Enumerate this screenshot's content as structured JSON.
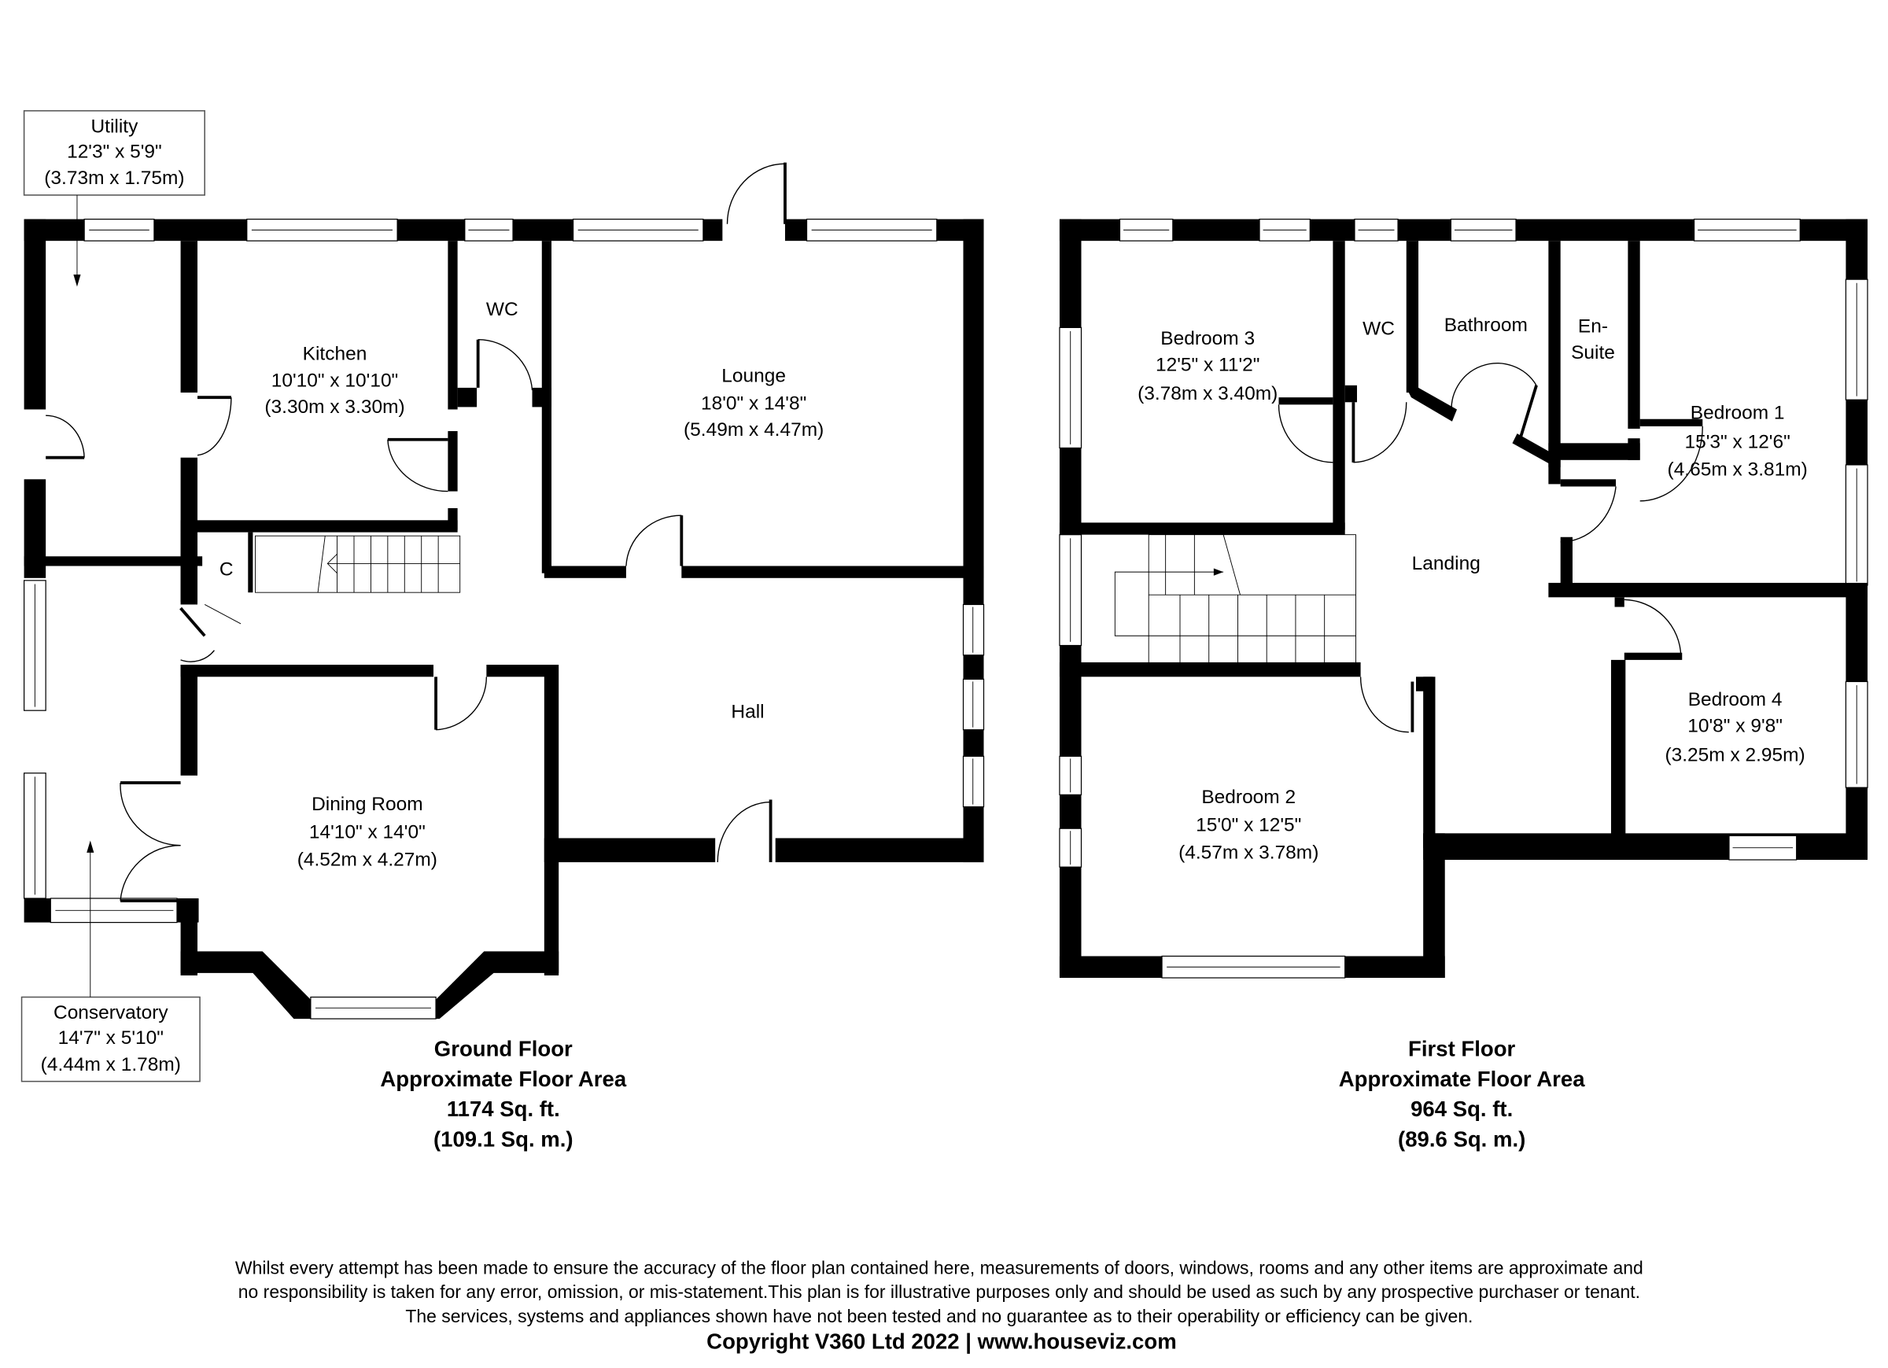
{
  "ground_floor": {
    "title": "Ground Floor",
    "area_label": "Approximate Floor Area",
    "area_sqft": "1174 Sq. ft.",
    "area_sqm": "(109.1 Sq. m.)",
    "rooms": {
      "utility": {
        "name": "Utility",
        "imperial": "12'3\" x 5'9\"",
        "metric": "(3.73m x 1.75m)"
      },
      "kitchen": {
        "name": "Kitchen",
        "imperial": "10'10\" x 10'10\"",
        "metric": "(3.30m x 3.30m)"
      },
      "wc": {
        "name": "WC"
      },
      "lounge": {
        "name": "Lounge",
        "imperial": "18'0\" x 14'8\"",
        "metric": "(5.49m x 4.47m)"
      },
      "cupboard": {
        "name": "C"
      },
      "hall": {
        "name": "Hall"
      },
      "dining": {
        "name": "Dining Room",
        "imperial": "14'10\" x 14'0\"",
        "metric": "(4.52m x 4.27m)"
      },
      "conservatory": {
        "name": "Conservatory",
        "imperial": "14'7\" x 5'10\"",
        "metric": "(4.44m x 1.78m)"
      }
    }
  },
  "first_floor": {
    "title": "First Floor",
    "area_label": "Approximate Floor Area",
    "area_sqft": "964 Sq. ft.",
    "area_sqm": "(89.6 Sq. m.)",
    "rooms": {
      "bedroom3": {
        "name": "Bedroom 3",
        "imperial": "12'5\" x 11'2\"",
        "metric": "(3.78m x 3.40m)"
      },
      "wc": {
        "name": "WC"
      },
      "bathroom": {
        "name": "Bathroom"
      },
      "ensuite": {
        "name_line1": "En-",
        "name_line2": "Suite"
      },
      "bedroom1": {
        "name": "Bedroom 1",
        "imperial": "15'3\" x 12'6\"",
        "metric": "(4.65m x 3.81m)"
      },
      "landing": {
        "name": "Landing"
      },
      "bedroom4": {
        "name": "Bedroom 4",
        "imperial": "10'8\" x 9'8\"",
        "metric": "(3.25m x 2.95m)"
      },
      "bedroom2": {
        "name": "Bedroom 2",
        "imperial": "15'0\" x 12'5\"",
        "metric": "(4.57m x 3.78m)"
      }
    }
  },
  "footer": {
    "disclaimer_line1": "Whilst every attempt has been made to ensure the accuracy of the floor plan contained here, measurements of doors, windows, rooms and any other items are approximate and",
    "disclaimer_line2": "no responsibility is taken for any error, omission, or mis-statement.This plan is for illustrative purposes only and should be used as such by any prospective purchaser or tenant.",
    "disclaimer_line3": "The services, systems and appliances shown have not been tested and no guarantee as to their operability or efficiency can be given.",
    "copyright": "Copyright V360 Ltd 2022 | www.houseviz.com"
  },
  "colors": {
    "wall": "#000000",
    "background": "#ffffff",
    "label_box_border": "#555555"
  }
}
